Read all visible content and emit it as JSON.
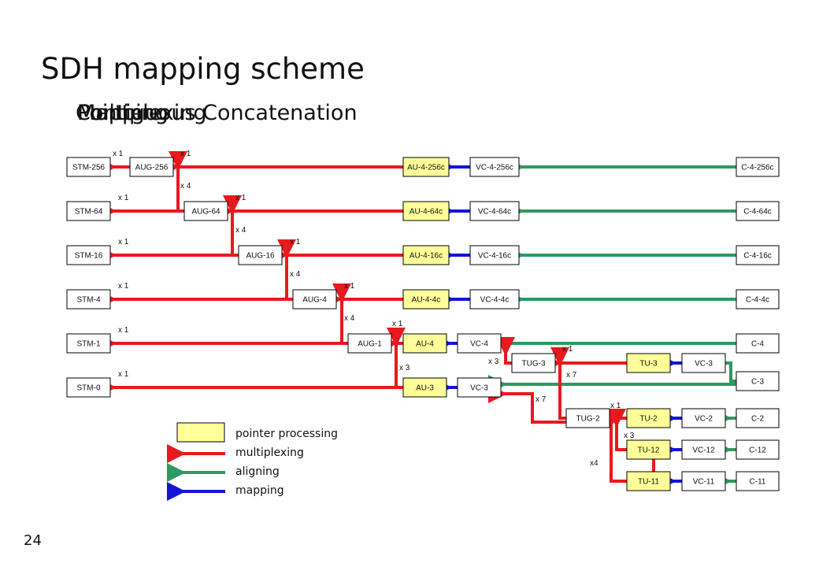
{
  "slide": {
    "title": "SDH mapping scheme",
    "subtitle_overlaps": [
      "Contiguous Concatenation",
      "Multiplexing",
      "Mapping",
      "Pointer"
    ],
    "page_number": "24"
  },
  "colors": {
    "multiplexing": "#e8191f",
    "aligning": "#2e9960",
    "mapping": "#1414d8",
    "pointer_fill": "#ffff99",
    "box_fill": "#ffffff",
    "stroke": "#000000"
  },
  "boxes": [
    {
      "id": "stm256",
      "label": "STM-256",
      "type": "plain"
    },
    {
      "id": "aug256",
      "label": "AUG-256",
      "type": "plain"
    },
    {
      "id": "au4256c",
      "label": "AU-4-256c",
      "type": "pointer"
    },
    {
      "id": "vc4256c",
      "label": "VC-4-256c",
      "type": "plain"
    },
    {
      "id": "c4256c",
      "label": "C-4-256c",
      "type": "plain"
    },
    {
      "id": "stm64",
      "label": "STM-64",
      "type": "plain"
    },
    {
      "id": "aug64",
      "label": "AUG-64",
      "type": "plain"
    },
    {
      "id": "au464c",
      "label": "AU-4-64c",
      "type": "pointer"
    },
    {
      "id": "vc464c",
      "label": "VC-4-64c",
      "type": "plain"
    },
    {
      "id": "c464c",
      "label": "C-4-64c",
      "type": "plain"
    },
    {
      "id": "stm16",
      "label": "STM-16",
      "type": "plain"
    },
    {
      "id": "aug16",
      "label": "AUG-16",
      "type": "plain"
    },
    {
      "id": "au416c",
      "label": "AU-4-16c",
      "type": "pointer"
    },
    {
      "id": "vc416c",
      "label": "VC-4-16c",
      "type": "plain"
    },
    {
      "id": "c416c",
      "label": "C-4-16c",
      "type": "plain"
    },
    {
      "id": "stm4",
      "label": "STM-4",
      "type": "plain"
    },
    {
      "id": "aug4",
      "label": "AUG-4",
      "type": "plain"
    },
    {
      "id": "au44c",
      "label": "AU-4-4c",
      "type": "pointer"
    },
    {
      "id": "vc44c",
      "label": "VC-4-4c",
      "type": "plain"
    },
    {
      "id": "c44c",
      "label": "C-4-4c",
      "type": "plain"
    },
    {
      "id": "stm1",
      "label": "STM-1",
      "type": "plain"
    },
    {
      "id": "aug1",
      "label": "AUG-1",
      "type": "plain"
    },
    {
      "id": "au4",
      "label": "AU-4",
      "type": "pointer"
    },
    {
      "id": "vc4",
      "label": "VC-4",
      "type": "plain"
    },
    {
      "id": "c4",
      "label": "C-4",
      "type": "plain"
    },
    {
      "id": "tug3",
      "label": "TUG-3",
      "type": "plain"
    },
    {
      "id": "tu3",
      "label": "TU-3",
      "type": "pointer"
    },
    {
      "id": "vc3a",
      "label": "VC-3",
      "type": "plain"
    },
    {
      "id": "stm0",
      "label": "STM-0",
      "type": "plain"
    },
    {
      "id": "au3",
      "label": "AU-3",
      "type": "pointer"
    },
    {
      "id": "vc3b",
      "label": "VC-3",
      "type": "plain"
    },
    {
      "id": "c3",
      "label": "C-3",
      "type": "plain"
    },
    {
      "id": "tug2",
      "label": "TUG-2",
      "type": "plain"
    },
    {
      "id": "tu2",
      "label": "TU-2",
      "type": "pointer"
    },
    {
      "id": "vc2",
      "label": "VC-2",
      "type": "plain"
    },
    {
      "id": "c2",
      "label": "C-2",
      "type": "plain"
    },
    {
      "id": "tu12",
      "label": "TU-12",
      "type": "pointer"
    },
    {
      "id": "vc12",
      "label": "VC-12",
      "type": "plain"
    },
    {
      "id": "c12",
      "label": "C-12",
      "type": "plain"
    },
    {
      "id": "tu11",
      "label": "TU-11",
      "type": "pointer"
    },
    {
      "id": "vc11",
      "label": "VC-11",
      "type": "plain"
    },
    {
      "id": "c11",
      "label": "C-11",
      "type": "plain"
    }
  ],
  "multipliers": [
    {
      "id": "m1",
      "text": "x 1"
    },
    {
      "id": "m2",
      "text": "x 1"
    },
    {
      "id": "m3",
      "text": "x 4"
    },
    {
      "id": "m4",
      "text": "x 1"
    },
    {
      "id": "m5",
      "text": "x 1"
    },
    {
      "id": "m6",
      "text": "x 4"
    },
    {
      "id": "m7",
      "text": "x 1"
    },
    {
      "id": "m8",
      "text": "x 1"
    },
    {
      "id": "m9",
      "text": "x 4"
    },
    {
      "id": "m10",
      "text": "x 1"
    },
    {
      "id": "m11",
      "text": "x 1"
    },
    {
      "id": "m12",
      "text": "x 4"
    },
    {
      "id": "m13",
      "text": "x 1"
    },
    {
      "id": "m14",
      "text": "x 1"
    },
    {
      "id": "m15",
      "text": "x 1"
    },
    {
      "id": "m16",
      "text": "x 3"
    },
    {
      "id": "m17",
      "text": "x 3"
    },
    {
      "id": "m18",
      "text": "x 7"
    },
    {
      "id": "m19",
      "text": "x 1"
    },
    {
      "id": "m20",
      "text": "x 7"
    },
    {
      "id": "m21",
      "text": "x 1"
    },
    {
      "id": "m22",
      "text": "x 3"
    },
    {
      "id": "m23",
      "text": "x4"
    }
  ],
  "legend": [
    {
      "key": "pointer",
      "label": "pointer processing"
    },
    {
      "key": "multiplexing",
      "label": "multiplexing"
    },
    {
      "key": "aligning",
      "label": "aligning"
    },
    {
      "key": "mapping",
      "label": "mapping"
    }
  ]
}
